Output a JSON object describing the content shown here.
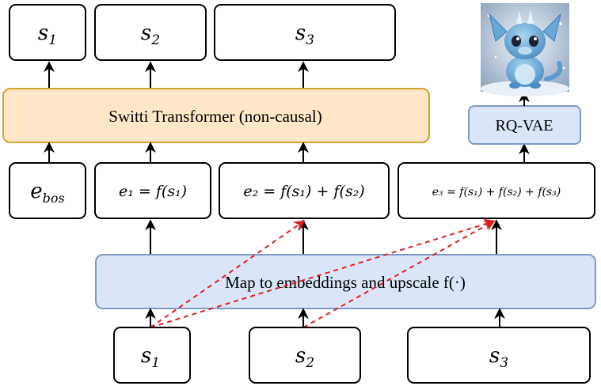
{
  "top_outputs": [
    {
      "base": "s",
      "sub": "1"
    },
    {
      "base": "s",
      "sub": "2"
    },
    {
      "base": "s",
      "sub": "3"
    }
  ],
  "transformer": {
    "label": "Switti Transformer (non-causal)"
  },
  "decoder": {
    "label": "RQ-VAE"
  },
  "embeddings": [
    "e_bos",
    "e₁ = f(s₁)",
    "e₂ = f(s₁) + f(s₂)",
    "e₃ = f(s₁) + f(s₂) + f(s₃)"
  ],
  "embedding_labels": {
    "e0": {
      "base": "e",
      "sub": "bos"
    }
  },
  "map_block": {
    "label": "Map to embeddings and upscale f(·)"
  },
  "bottom_inputs": [
    {
      "base": "s",
      "sub": "1"
    },
    {
      "base": "s",
      "sub": "2"
    },
    {
      "base": "s",
      "sub": "3"
    }
  ],
  "colors": {
    "transformer_fill": "#fde7c7",
    "transformer_stroke": "#d6a12a",
    "blue_fill": "#dae6f8",
    "blue_stroke": "#7d9ac7",
    "arrow": "#000000",
    "dashed_arrow": "#e02020"
  },
  "output_image": {
    "subject": "blue baby dragon in snow",
    "icon": "dragon-image"
  }
}
